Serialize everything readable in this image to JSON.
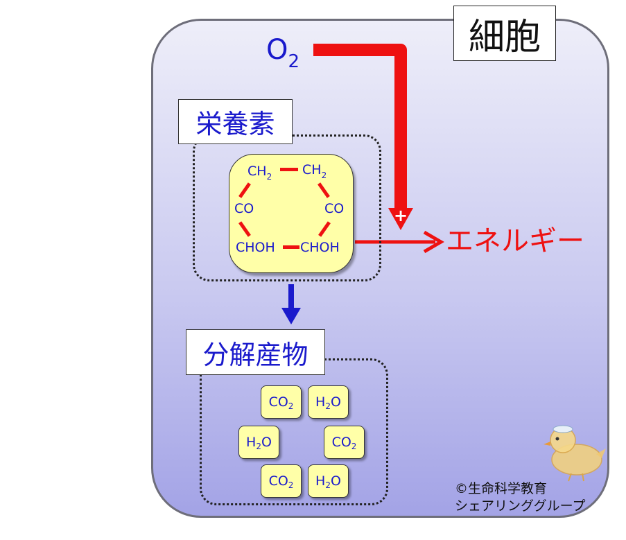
{
  "cell": {
    "title": "細胞"
  },
  "oxygen": {
    "symbol": "O",
    "subscript": "2"
  },
  "energy": {
    "label": "エネルギー"
  },
  "nutrient": {
    "title": "栄養素",
    "ring": [
      {
        "main": "CH",
        "sub": "2"
      },
      {
        "main": "CH",
        "sub": "2"
      },
      {
        "main": "CO",
        "sub": ""
      },
      {
        "main": "CO",
        "sub": ""
      },
      {
        "main": "CHOH",
        "sub": ""
      },
      {
        "main": "CHOH",
        "sub": ""
      }
    ]
  },
  "products": {
    "title": "分解産物",
    "molecules": [
      {
        "pre": "CO",
        "sub": "2",
        "post": ""
      },
      {
        "pre": "H",
        "sub": "2",
        "post": "O"
      },
      {
        "pre": "H",
        "sub": "2",
        "post": "O"
      },
      {
        "pre": "CO",
        "sub": "2",
        "post": ""
      },
      {
        "pre": "CO",
        "sub": "2",
        "post": ""
      },
      {
        "pre": "H",
        "sub": "2",
        "post": "O"
      }
    ]
  },
  "combine_symbol": "+",
  "copyright": {
    "line1": "©生命科学教育",
    "line2": "シェアリンググループ"
  },
  "colors": {
    "arrow_red": "#ee1111",
    "arrow_blue": "#1a1acc",
    "molecule_fill": "#ffffa8",
    "label_blue": "#1a1acc"
  }
}
